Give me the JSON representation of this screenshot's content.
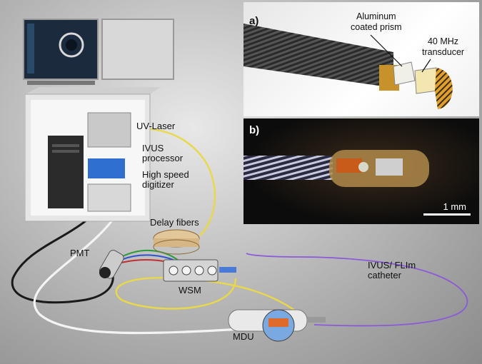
{
  "labels": {
    "uv_laser": "UV-Laser",
    "ivus_processor": "IVUS\nprocessor",
    "digitizer": "High speed\ndigitizer",
    "delay_fibers": "Delay fibers",
    "pmt": "PMT",
    "wsm": "WSM",
    "mdu": "MDU",
    "catheter": "IVUS/ FLIm\ncatheter"
  },
  "panel_a": {
    "tag": "a)",
    "prism": "Aluminum\ncoated prism",
    "transducer": "40 MHz\ntransducer"
  },
  "panel_b": {
    "tag": "b)",
    "scale": "1 mm"
  },
  "colors": {
    "fiber_yellow": "#e8d84a",
    "fiber_white": "#f4f4f4",
    "cable_black": "#1a1a1a",
    "catheter_purple": "#8a5ad8",
    "ivus_blue": "#2f6fd0"
  }
}
